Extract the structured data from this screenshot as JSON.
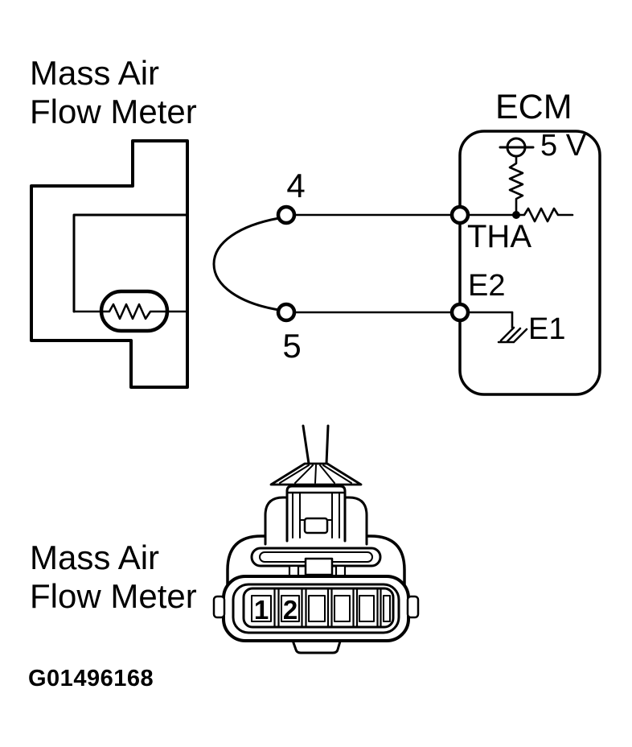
{
  "page": {
    "paper_color": "#ffffff",
    "ink_color": "#000000"
  },
  "schematic": {
    "component_label": {
      "line1": "Mass Air",
      "line2": "Flow Meter"
    },
    "connector_pin_4": "4",
    "connector_pin_5": "5",
    "ecm": {
      "title": "ECM",
      "supply_label": "5 V",
      "terminal_tha": "THA",
      "terminal_e2": "E2",
      "terminal_e1": "E1"
    },
    "symbols": [
      "thermistor",
      "pullup-resistor",
      "series-resistor",
      "5v-supply",
      "chassis-ground",
      "connector-pin"
    ]
  },
  "connector_view": {
    "component_label": {
      "line1": "Mass Air",
      "line2": "Flow Meter"
    },
    "cavity_1": "1",
    "cavity_2": "2"
  },
  "figure_id": "G01496168"
}
